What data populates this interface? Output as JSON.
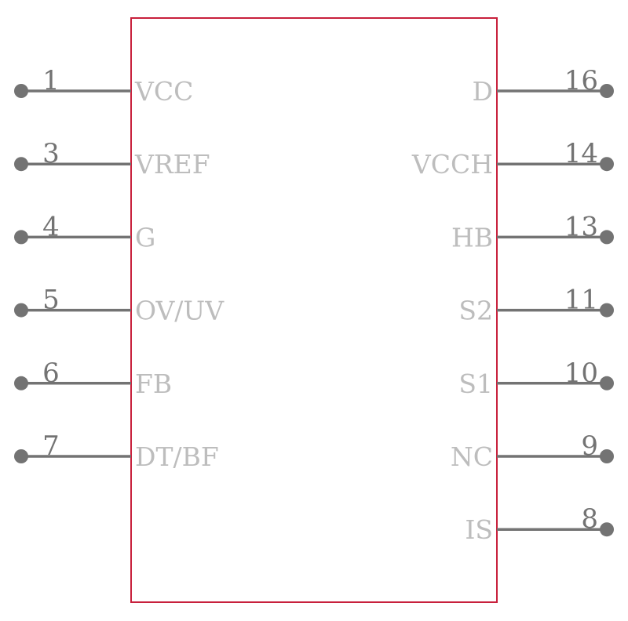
{
  "colors": {
    "body_outline": "#c8203c",
    "pin": "#737373",
    "pin_number": "#737373",
    "pin_label": "#bdbdbd"
  },
  "left_pins": [
    {
      "number": "1",
      "label": "VCC"
    },
    {
      "number": "3",
      "label": "VREF"
    },
    {
      "number": "4",
      "label": "G"
    },
    {
      "number": "5",
      "label": "OV/UV"
    },
    {
      "number": "6",
      "label": "FB"
    },
    {
      "number": "7",
      "label": "DT/BF"
    }
  ],
  "right_pins": [
    {
      "number": "16",
      "label": "D"
    },
    {
      "number": "14",
      "label": "VCCH"
    },
    {
      "number": "13",
      "label": "HB"
    },
    {
      "number": "11",
      "label": "S2"
    },
    {
      "number": "10",
      "label": "S1"
    },
    {
      "number": "9",
      "label": "NC"
    },
    {
      "number": "8",
      "label": "IS"
    }
  ]
}
